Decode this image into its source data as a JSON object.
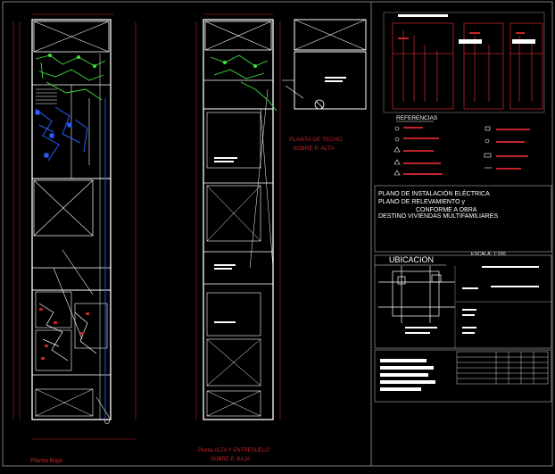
{
  "title_block": {
    "line1": "PLANO DE INSTALACIÓN ELÉCTRICA",
    "line2": "PLANO DE RELEVAMIENTO y",
    "line3": "CONFORME A OBRA",
    "line4": "DESTINO VIVIENDAS MULTIFAMILIARES",
    "scale": "ESCALA: 1:100"
  },
  "location": {
    "title": "UBICACION"
  },
  "legend": {
    "title": "REFERENCIAS"
  },
  "views": {
    "ground_floor": "Planta Baja",
    "upper_floor_line1": "Planta ALTA Y ENTRESUELO",
    "upper_floor_line2": "SOBRE P. BAJA",
    "roof_line1": "PLANTA DE TECHO",
    "roof_line2": "SOBRE P. ALTA"
  },
  "colors": {
    "background": "#000000",
    "walls": "#ffffff",
    "annotation_red": "#c0242a",
    "circuit_green": "#3ee03e",
    "circuit_blue": "#2b5cff",
    "frame_gray": "#9a9a9a"
  }
}
